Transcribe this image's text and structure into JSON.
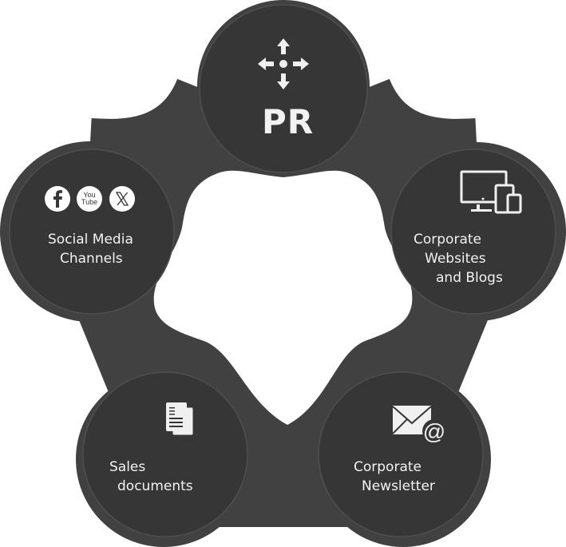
{
  "diagram": {
    "type": "hub-cycle",
    "colors": {
      "outer_shape": "#414141",
      "node_fill": "#363636",
      "node_ring": "#4e4e4e",
      "text": "#f2f2f2",
      "icon": "#f0f0f0",
      "background": "#ffffff"
    },
    "nodes": [
      {
        "id": "pr",
        "label": "PR",
        "icon": "move-arrows-icon"
      },
      {
        "id": "websites",
        "label_lines": [
          "Corporate",
          "Websites",
          "and Blogs"
        ],
        "icon": "devices-icon"
      },
      {
        "id": "newsletter",
        "label_lines": [
          "Corporate",
          "Newsletter"
        ],
        "icon": "email-at-icon"
      },
      {
        "id": "sales",
        "label_lines": [
          "Sales",
          "documents"
        ],
        "icon": "documents-icon"
      },
      {
        "id": "social",
        "label_lines": [
          "Social Media",
          "Channels"
        ],
        "icons": [
          "facebook-icon",
          "youtube-icon",
          "x-icon"
        ],
        "icon_text": {
          "youtube_top": "You",
          "youtube_bottom": "Tube"
        }
      }
    ]
  }
}
